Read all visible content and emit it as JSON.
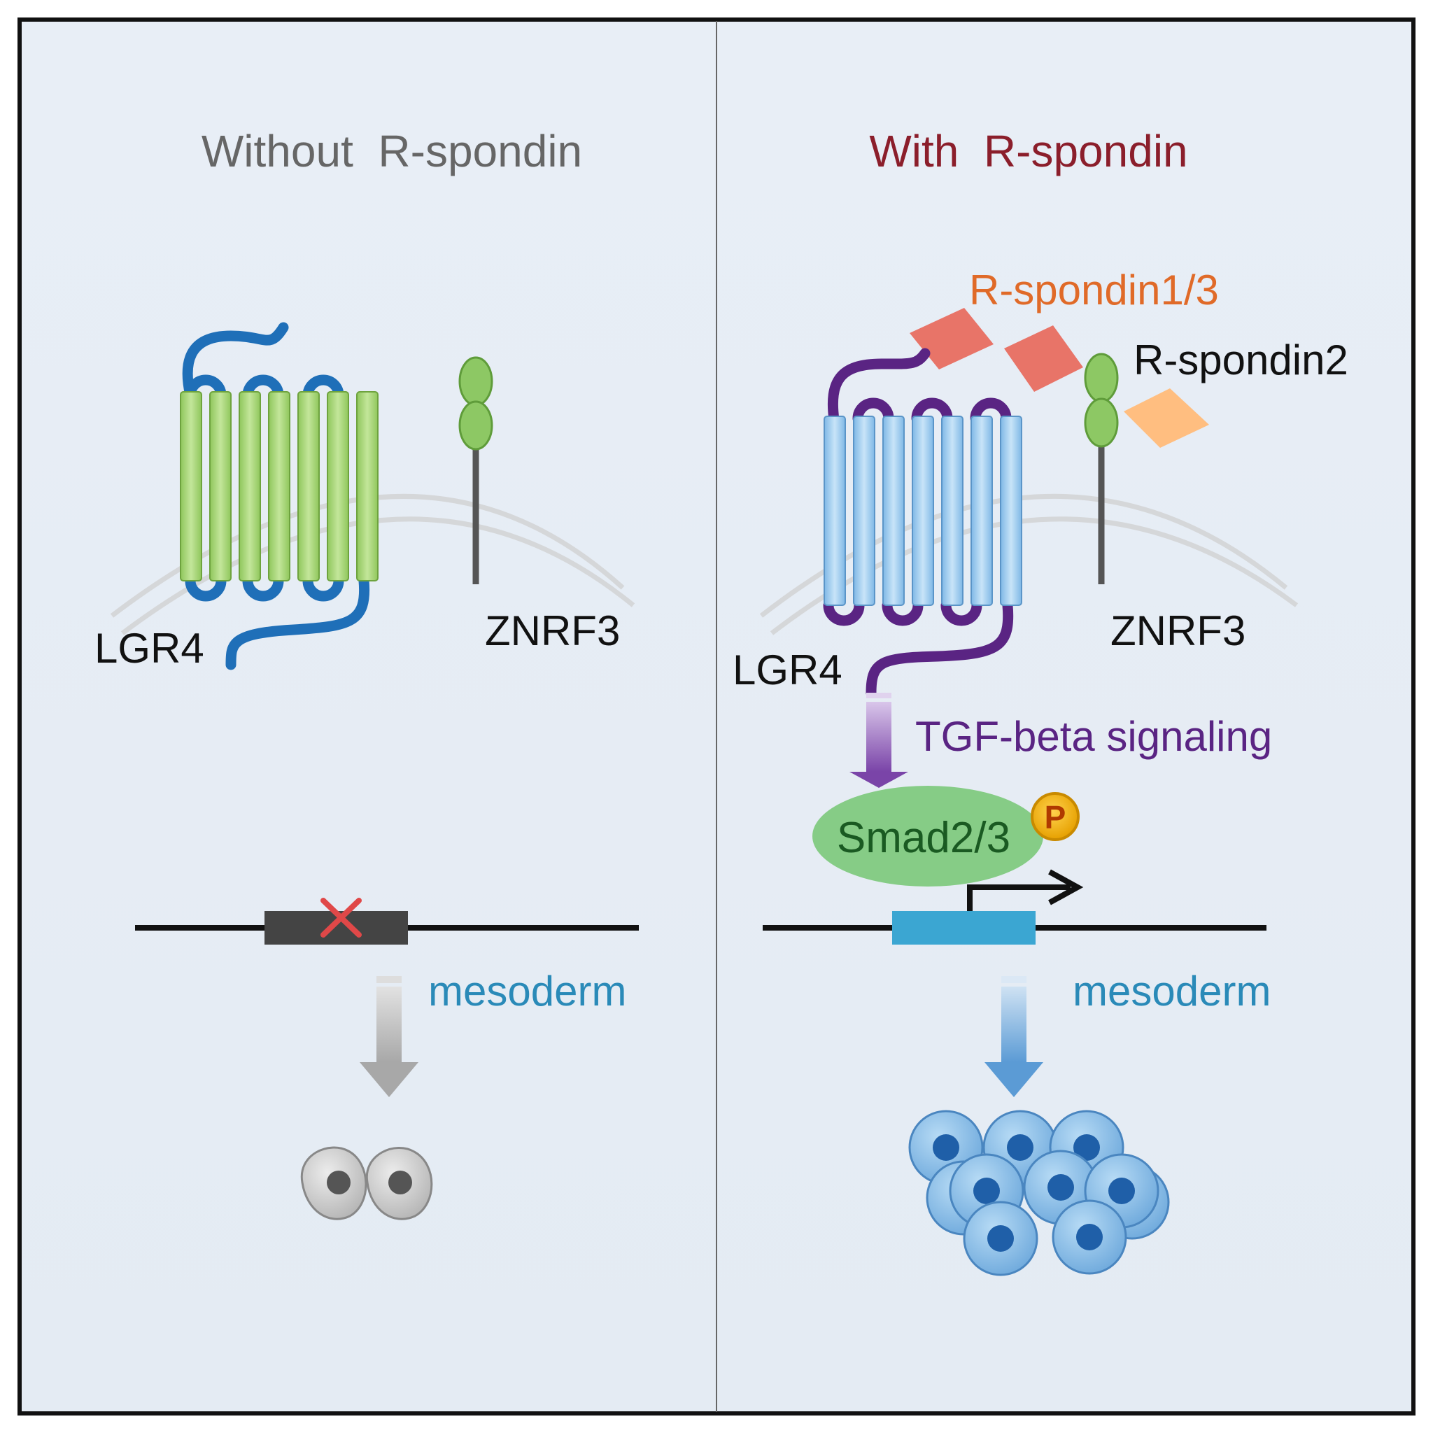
{
  "left_panel": {
    "title": "Without  R-spondin",
    "receptor_label": "LGR4",
    "ligase_label": "ZNRF3",
    "outcome_label": "mesoderm"
  },
  "right_panel": {
    "title": "With  R-spondin",
    "ligand1_label": "R-spondin1/3",
    "ligand2_label": "R-spondin2",
    "receptor_label": "LGR4",
    "ligase_label": "ZNRF3",
    "pathway_label": "TGF-beta signaling",
    "effector_label": "Smad2/3",
    "phospho_label": "P",
    "outcome_label": "mesoderm"
  },
  "colors": {
    "background": "#e8eef5",
    "left_title": "#666666",
    "right_title": "#8b1e2b",
    "ligand1": "#e06a28",
    "pathway": "#5a2483",
    "outcome": "#2a8ab8",
    "lgr4_inactive_helix": "#a9d57a",
    "lgr4_inactive_loop": "#1f6fb8",
    "lgr4_active_helix": "#a9d4f2",
    "lgr4_active_loop": "#5a2483",
    "cells_active": "#8ec3ea",
    "cells_inactive": "#d0d0d0"
  }
}
